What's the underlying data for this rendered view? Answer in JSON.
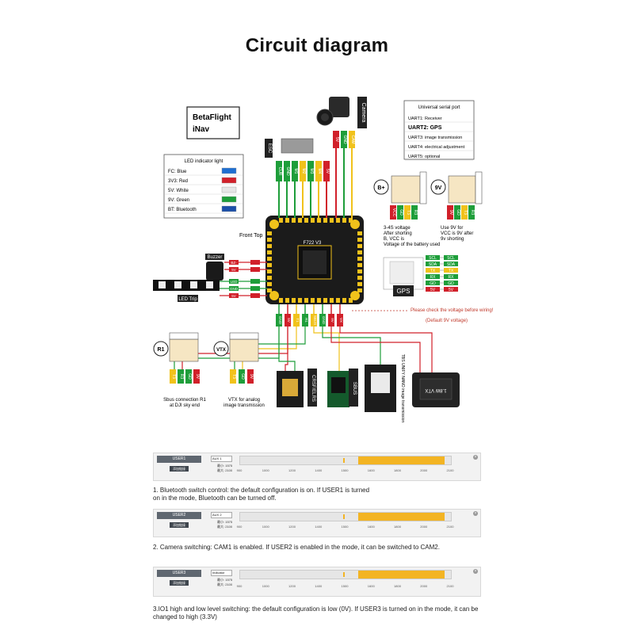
{
  "title": "Circuit diagram",
  "firmware": [
    "BetaFlight",
    "iNav"
  ],
  "board": {
    "label": "F722 V3",
    "front_top": "Front Top",
    "esc": "ESC",
    "camera": "Camera"
  },
  "esc_pads": [
    "CUR",
    "GND",
    "M1",
    "M2",
    "M3",
    "M4",
    "5V"
  ],
  "camera_pads": [
    "5V",
    "GND",
    "CAM"
  ],
  "uart_box": {
    "heading": "Universal serial port",
    "items": [
      "UART1: Receiver",
      "UART2: GPS",
      "UART3: image transmission",
      "UART4: electrical adjustment",
      "UART5: optional"
    ]
  },
  "led_box": {
    "heading": "LED indicator light",
    "items": [
      {
        "label": "FC: Blue",
        "color": "#1f6fd1"
      },
      {
        "label": "3V3: Red",
        "color": "#d1202a"
      },
      {
        "label": "5V: White",
        "color": "#e6e6e6"
      },
      {
        "label": "9V: Green",
        "color": "#1e9e3a"
      },
      {
        "label": "BT: Bluetooth",
        "color": "#1c4fa8"
      }
    ]
  },
  "bplus_connector": {
    "badge": "B+",
    "pins": [
      "VCC",
      "GD",
      "T3",
      "R3"
    ]
  },
  "nine_v_connector": {
    "badge": "9V",
    "pins": [
      "9V",
      "GD",
      "T3",
      "R3"
    ]
  },
  "bplus_note": "3-4S voltage\nAfter shorting\nB, VCC is\nVoltage of the battery used",
  "nine_v_note": "Use 9V for\nVCC is 9V after\n9v shorting",
  "gps": {
    "label": "GPS",
    "pins": [
      "SCL",
      "SDA",
      "TX",
      "RX",
      "GD",
      "5V"
    ]
  },
  "buzzer": {
    "label": "Buzzer",
    "pins": [
      "BZ-",
      "5V"
    ]
  },
  "led_strip": {
    "label": "LED Trip",
    "pins": [
      "LED",
      "GND",
      "5V"
    ]
  },
  "r1_connector": {
    "badge": "R1",
    "pins": [
      "T3",
      "R3",
      "GD",
      "9V"
    ],
    "note": "Sbus connection R1\nat DJI sky end"
  },
  "vtx_connector": {
    "badge": "VTX",
    "pins": [
      "T3",
      "GD",
      "9V"
    ],
    "note": "VTX for analog\nimage transmission"
  },
  "bottom_pads": [
    "GND",
    "5V",
    "T1",
    "R1",
    "SBUS",
    "GND",
    "9V",
    "VX"
  ],
  "receivers": [
    "CRSF/ELRS",
    "SBUS",
    "TBS UNIFY NANO\nimage transmission",
    "1.8W VTX"
  ],
  "warning": "Please check the voltage before wiring!",
  "default_voltage": "(Default 9V voltage)",
  "panels": [
    {
      "mode": "USER1",
      "button": "添加链接",
      "dropdown": "AUX 1",
      "min": "最小: 1575",
      "max": "最大: 2100",
      "ticks": [
        "900",
        "1000",
        "1200",
        "1400",
        "1500",
        "1600",
        "1800",
        "2000",
        "2100"
      ],
      "note": "1. Bluetooth switch control: the default configuration is on. If USER1 is turned\non in the mode, Bluetooth can be turned off."
    },
    {
      "mode": "USER2",
      "button": "添加链接",
      "dropdown": "AUX 2",
      "min": "最小: 1575",
      "max": "最大: 2100",
      "ticks": [
        "900",
        "1000",
        "1200",
        "1400",
        "1500",
        "1600",
        "1800",
        "2000",
        "2100"
      ],
      "note": "2. Camera switching: CAM1 is enabled. If USER2 is enabled in the mode, it can be switched to CAM2."
    },
    {
      "mode": "USER3",
      "button": "添加链接",
      "dropdown": "Indicator",
      "min": "最小: 1575",
      "max": "最大: 2100",
      "ticks": [
        "900",
        "1000",
        "1200",
        "1400",
        "1500",
        "1600",
        "1800",
        "2000",
        "2100"
      ],
      "note": "3.IO1 high and low level switching: the default configuration is low (0V). If USER3 is turned on in the mode, it can be\nchanged to high (3.3V)"
    }
  ]
}
